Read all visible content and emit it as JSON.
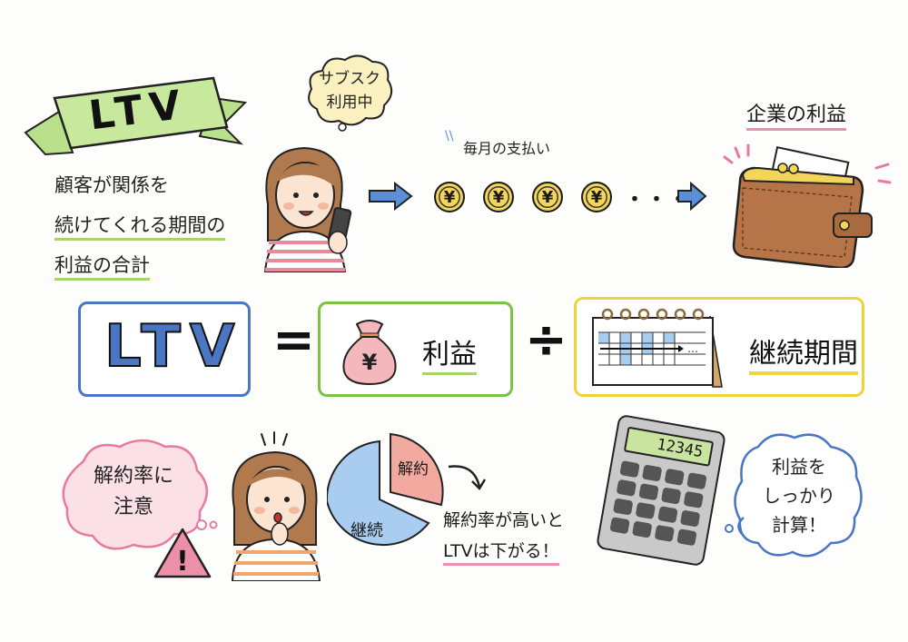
{
  "title": {
    "ribbon_label": "LTV",
    "description_lines": [
      "顧客が関係を",
      "続けてくれる期間の",
      "利益の合計"
    ]
  },
  "top_flow": {
    "thought_bubble": [
      "サブスク",
      "利用中"
    ],
    "payment_label": "毎月の支払い",
    "coin_symbol": "¥",
    "coin_count": 4,
    "ellipsis": "・・・",
    "result_label": "企業の利益"
  },
  "formula": {
    "lhs": "LTV",
    "equals": "=",
    "profit_label": "利益",
    "profit_icon": "money-bag-icon",
    "divide": "÷",
    "period_label": "継続期間",
    "period_icon": "calendar-icon",
    "calendar_ellipsis": "…"
  },
  "bottom": {
    "warning_bubble": [
      "解約率に",
      "注意"
    ],
    "warning_icon": "!",
    "pie": {
      "churn_label": "解約",
      "retention_label": "継続"
    },
    "pie_caption": [
      "解約率が高いと",
      "LTVは下がる！"
    ],
    "calculator_display": "12345",
    "calc_bubble": [
      "利益を",
      "しっかり",
      "計算！"
    ]
  },
  "colors": {
    "ribbon_green": "#b9e08a",
    "box_blue": "#4a76c4",
    "box_green": "#7cc245",
    "box_yellow": "#f2d23a",
    "pink": "#e87aa0",
    "coin_yellow": "#f3d659",
    "pie_blue": "#a9cdf0",
    "pie_red": "#f2a9a0",
    "wallet_brown": "#b57548"
  }
}
